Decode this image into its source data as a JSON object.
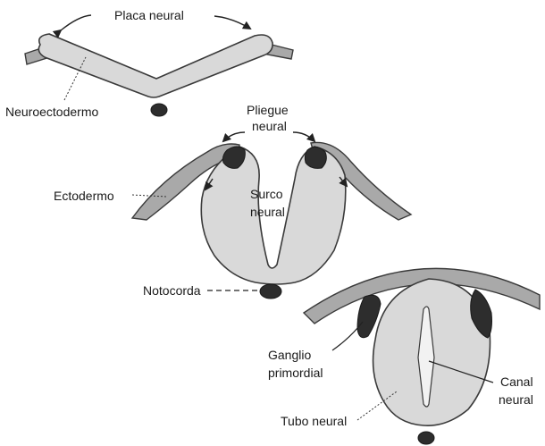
{
  "labels": {
    "placa_neural": "Placa neural",
    "neuroectodermo": "Neuroectodermo",
    "pliegue_line1": "Pliegue",
    "pliegue_line2": "neural",
    "ectodermo": "Ectodermo",
    "surco_line1": "Surco",
    "surco_line2": "neural",
    "notocorda": "Notocorda",
    "ganglio_line1": "Ganglio",
    "ganglio_line2": "primordial",
    "canal_line1": "Canal",
    "canal_line2": "neural",
    "tubo_neural": "Tubo neural"
  }
}
